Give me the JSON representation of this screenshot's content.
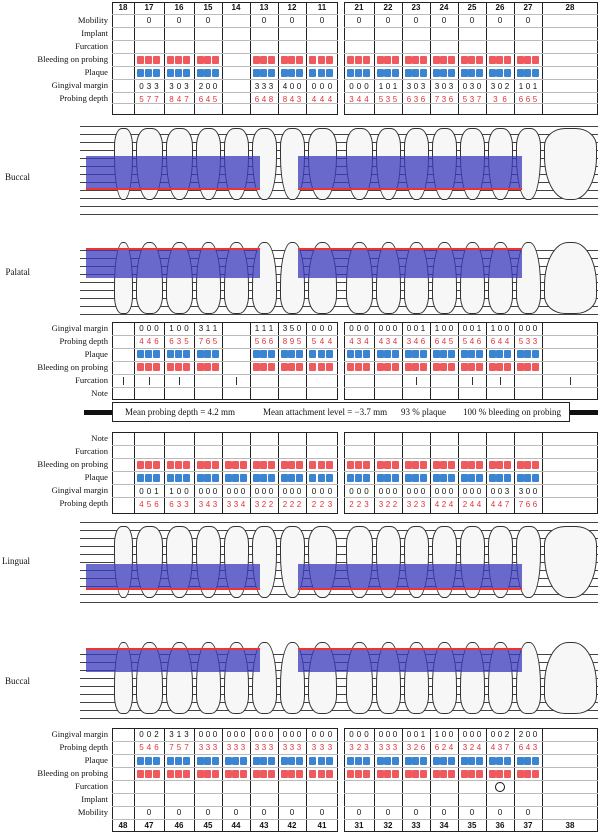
{
  "upper": {
    "tooth_numbers": [
      "18",
      "17",
      "16",
      "15",
      "14",
      "13",
      "12",
      "11",
      "21",
      "22",
      "23",
      "24",
      "25",
      "26",
      "27",
      "28"
    ],
    "row_labels": [
      "Mobility",
      "Implant",
      "Furcation",
      "Bleeding on probing",
      "Plaque",
      "Gingival margin",
      "Probing depth"
    ],
    "mobility": [
      "",
      "0",
      "0",
      "0",
      "",
      "0",
      "0",
      "0",
      "0",
      "0",
      "0",
      "0",
      "0",
      "0",
      "0",
      ""
    ],
    "gingival_margin": [
      "",
      "0 3 3",
      "3 0 3",
      "2 0 0",
      "",
      "3 3 3",
      "4 0 0",
      "0 0 0",
      "0 0 0",
      "1 0 1",
      "3 0 3",
      "3 0 3",
      "0 3 0",
      "3 0 2",
      "1 0 1",
      ""
    ],
    "probing_depth": [
      "",
      "5 7 7",
      "8 4 7",
      "6 4 5",
      "",
      "6 4 8",
      "8 4 3",
      "4 4 4",
      "3 4 4",
      "5 3 5",
      "6 3 6",
      "7 3 6",
      "5 3 7",
      "3 6",
      "6 6 5",
      ""
    ],
    "buccal_label": "Buccal",
    "palatal_label": "Palatal",
    "palatal_rows": [
      "Gingival margin",
      "Probing depth",
      "Plaque",
      "Bleeding on probing",
      "Furcation",
      "Note"
    ],
    "palatal_gm": [
      "",
      "0 0 0",
      "1 0 0",
      "3 1 1",
      "",
      "1 1 1",
      "3 5 0",
      "0 0 0",
      "0 0 0",
      "0 0 0",
      "0 0 1",
      "1 0 0",
      "0 0 1",
      "1 0 0",
      "0 0 0",
      ""
    ],
    "palatal_pd": [
      "",
      "4 4 6",
      "6 3 5",
      "7 6 5",
      "",
      "5 6 6",
      "8 9 5",
      "5 4 4",
      "4 3 4",
      "4 3 4",
      "3 4 6",
      "6 4 5",
      "5 4 6",
      "6 4 4",
      "5 3 3",
      ""
    ]
  },
  "summary": {
    "mean_pd": "Mean probing depth = 4.2 mm",
    "mean_al": "Mean attachment level = −3.7 mm",
    "plaque": "93 % plaque",
    "bleeding": "100 % bleeding on probing"
  },
  "lower": {
    "tooth_numbers": [
      "48",
      "47",
      "46",
      "45",
      "44",
      "43",
      "42",
      "41",
      "31",
      "32",
      "33",
      "34",
      "35",
      "36",
      "37",
      "38"
    ],
    "top_rows": [
      "Note",
      "Furcation",
      "Bleeding on probing",
      "Plaque",
      "Gingival margin",
      "Probing depth"
    ],
    "lingual_gm": [
      "",
      "0 0 1",
      "1 0 0",
      "0 0 0",
      "0 0 0",
      "0 0 0",
      "0 0 0",
      "0 0 0",
      "0 0 0",
      "0 0 0",
      "0 0 0",
      "0 0 0",
      "0 0 0",
      "0 0 3",
      "3 0 0",
      ""
    ],
    "lingual_pd": [
      "",
      "4 5 6",
      "6 3 3",
      "3 4 3",
      "3 3 4",
      "3 2 2",
      "2 2 2",
      "2 2 3",
      "2 2 3",
      "3 2 2",
      "3 2 3",
      "4 2 4",
      "2 4 4",
      "4 4 7",
      "7 6 6",
      ""
    ],
    "lingual_label": "Lingual",
    "buccal_label": "Buccal",
    "bottom_rows": [
      "Gingival margin",
      "Probing depth",
      "Plaque",
      "Bleeding on probing",
      "Furcation",
      "Implant",
      "Mobility"
    ],
    "buccal_gm": [
      "",
      "0 0 2",
      "3 1 3",
      "0 0 0",
      "0 0 0",
      "0 0 0",
      "0 0 0",
      "0 0 0",
      "0 0 0",
      "0 0 0",
      "0 0 1",
      "1 0 0",
      "0 0 0",
      "0 0 2",
      "2 0 0",
      ""
    ],
    "buccal_pd": [
      "",
      "5 4 6",
      "7 5 7",
      "3 3 3",
      "3 3 3",
      "3 3 3",
      "3 3 3",
      "3 3 3",
      "3 2 3",
      "3 3 3",
      "3 2 6",
      "6 2 4",
      "3 2 4",
      "4 3 7",
      "6 4 3",
      ""
    ],
    "mobility": [
      "",
      "0",
      "0",
      "0",
      "0",
      "0",
      "0",
      "0",
      "0",
      "0",
      "0",
      "0",
      "0",
      "0",
      "0",
      ""
    ]
  }
}
